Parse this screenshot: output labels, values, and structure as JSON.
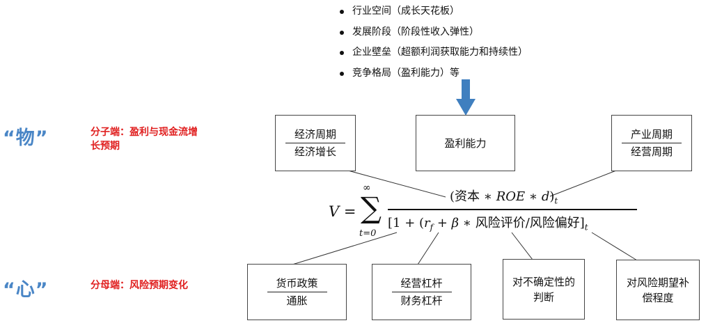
{
  "bullets": [
    "行业空间（成长天花板）",
    "发展阶段（阶段性收入弹性）",
    "企业壁垒（超额利润获取能力和持续性）",
    "竞争格局（盈利能力）等"
  ],
  "left_labels": {
    "wu_mark": "“物”",
    "wu_desc_1": "分子端：盈利与现金流增",
    "wu_desc_2": "长预期",
    "xin_mark": "“心”",
    "xin_desc": "分母端：风险预期变化"
  },
  "top_boxes": {
    "economic": {
      "top": "经济周期",
      "bottom": "经济增长"
    },
    "profit": {
      "label": "盈利能力"
    },
    "industry": {
      "top": "产业周期",
      "bottom": "经营周期"
    }
  },
  "bottom_boxes": {
    "monetary": {
      "top": "货币政策",
      "bottom": "通胀"
    },
    "leverage": {
      "top": "经营杠杆",
      "bottom": "财务杠杆"
    },
    "uncertainty": {
      "line1": "对不确定性的",
      "line2": "判断"
    },
    "risk_comp": {
      "line1": "对风险期望补",
      "line2": "偿程度"
    }
  },
  "formula": {
    "lhs": "V =",
    "sum_top": "∞",
    "sum_bottom": "t=0",
    "numerator_open": "(资本 ∗ ",
    "numerator_var": "ROE",
    "numerator_mid": " ∗ ",
    "numerator_d": "d",
    "numerator_close": ")",
    "numerator_sub": "t",
    "denominator_a": "[1 + (",
    "denominator_r": "r",
    "denominator_rsub": "f",
    "denominator_b": " + ",
    "denominator_beta": "β",
    "denominator_c": " ∗ 风险评价/风险偏好]",
    "denominator_sub": "t"
  },
  "colors": {
    "mark_blue": "#4a86c6",
    "label_red": "#e02020",
    "arrow_blue": "#3f7fbf"
  }
}
